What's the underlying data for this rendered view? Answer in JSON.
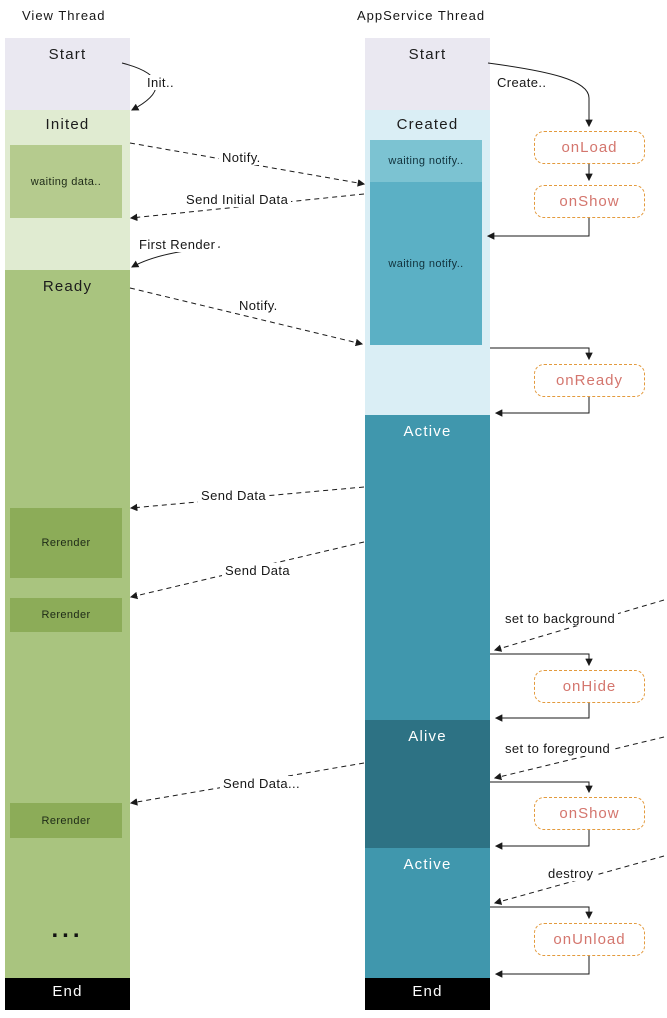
{
  "headers": {
    "left": "View Thread",
    "right": "AppService Thread"
  },
  "view_thread": {
    "start": "Start",
    "inited": "Inited",
    "waiting_data": "waiting data..",
    "ready": "Ready",
    "rerender1": "Rerender",
    "rerender2": "Rerender",
    "rerender3": "Rerender",
    "ellipsis": "...",
    "end": "End"
  },
  "app_thread": {
    "start": "Start",
    "created": "Created",
    "waiting_notify1": "waiting notify..",
    "waiting_notify2": "waiting notify..",
    "active1": "Active",
    "alive": "Alive",
    "active2": "Active",
    "end": "End"
  },
  "callbacks": {
    "onload": "onLoad",
    "onshow1": "onShow",
    "onready": "onReady",
    "onhide": "onHide",
    "onshow2": "onShow",
    "onunload": "onUnload"
  },
  "labels": {
    "init": "Init..",
    "create": "Create..",
    "notify1": "Notify.",
    "send_initial_data": "Send Initial Data",
    "first_render": "First Render",
    "notify2": "Notify.",
    "send_data1": "Send Data",
    "send_data2": "Send Data",
    "set_to_background": "set to background",
    "set_to_foreground": "set to foreground",
    "send_data3": "Send Data...",
    "destroy": "destroy"
  },
  "colors": {
    "start_bg": "#eae8f1",
    "inited_bg": "#e0ebd1",
    "waiting_data_bg": "#b5cb8e",
    "ready_bg": "#a9c47f",
    "rerender_bg": "#8cac58",
    "created_bg": "#daeef5",
    "waiting_notify1_bg": "#7cc3d2",
    "waiting_notify2_bg": "#5bb0c5",
    "active_bg": "#4097ad",
    "alive_bg": "#2d7284",
    "end_bg": "#000000",
    "callback_border": "#e39a3d",
    "callback_text": "#d4766e"
  }
}
